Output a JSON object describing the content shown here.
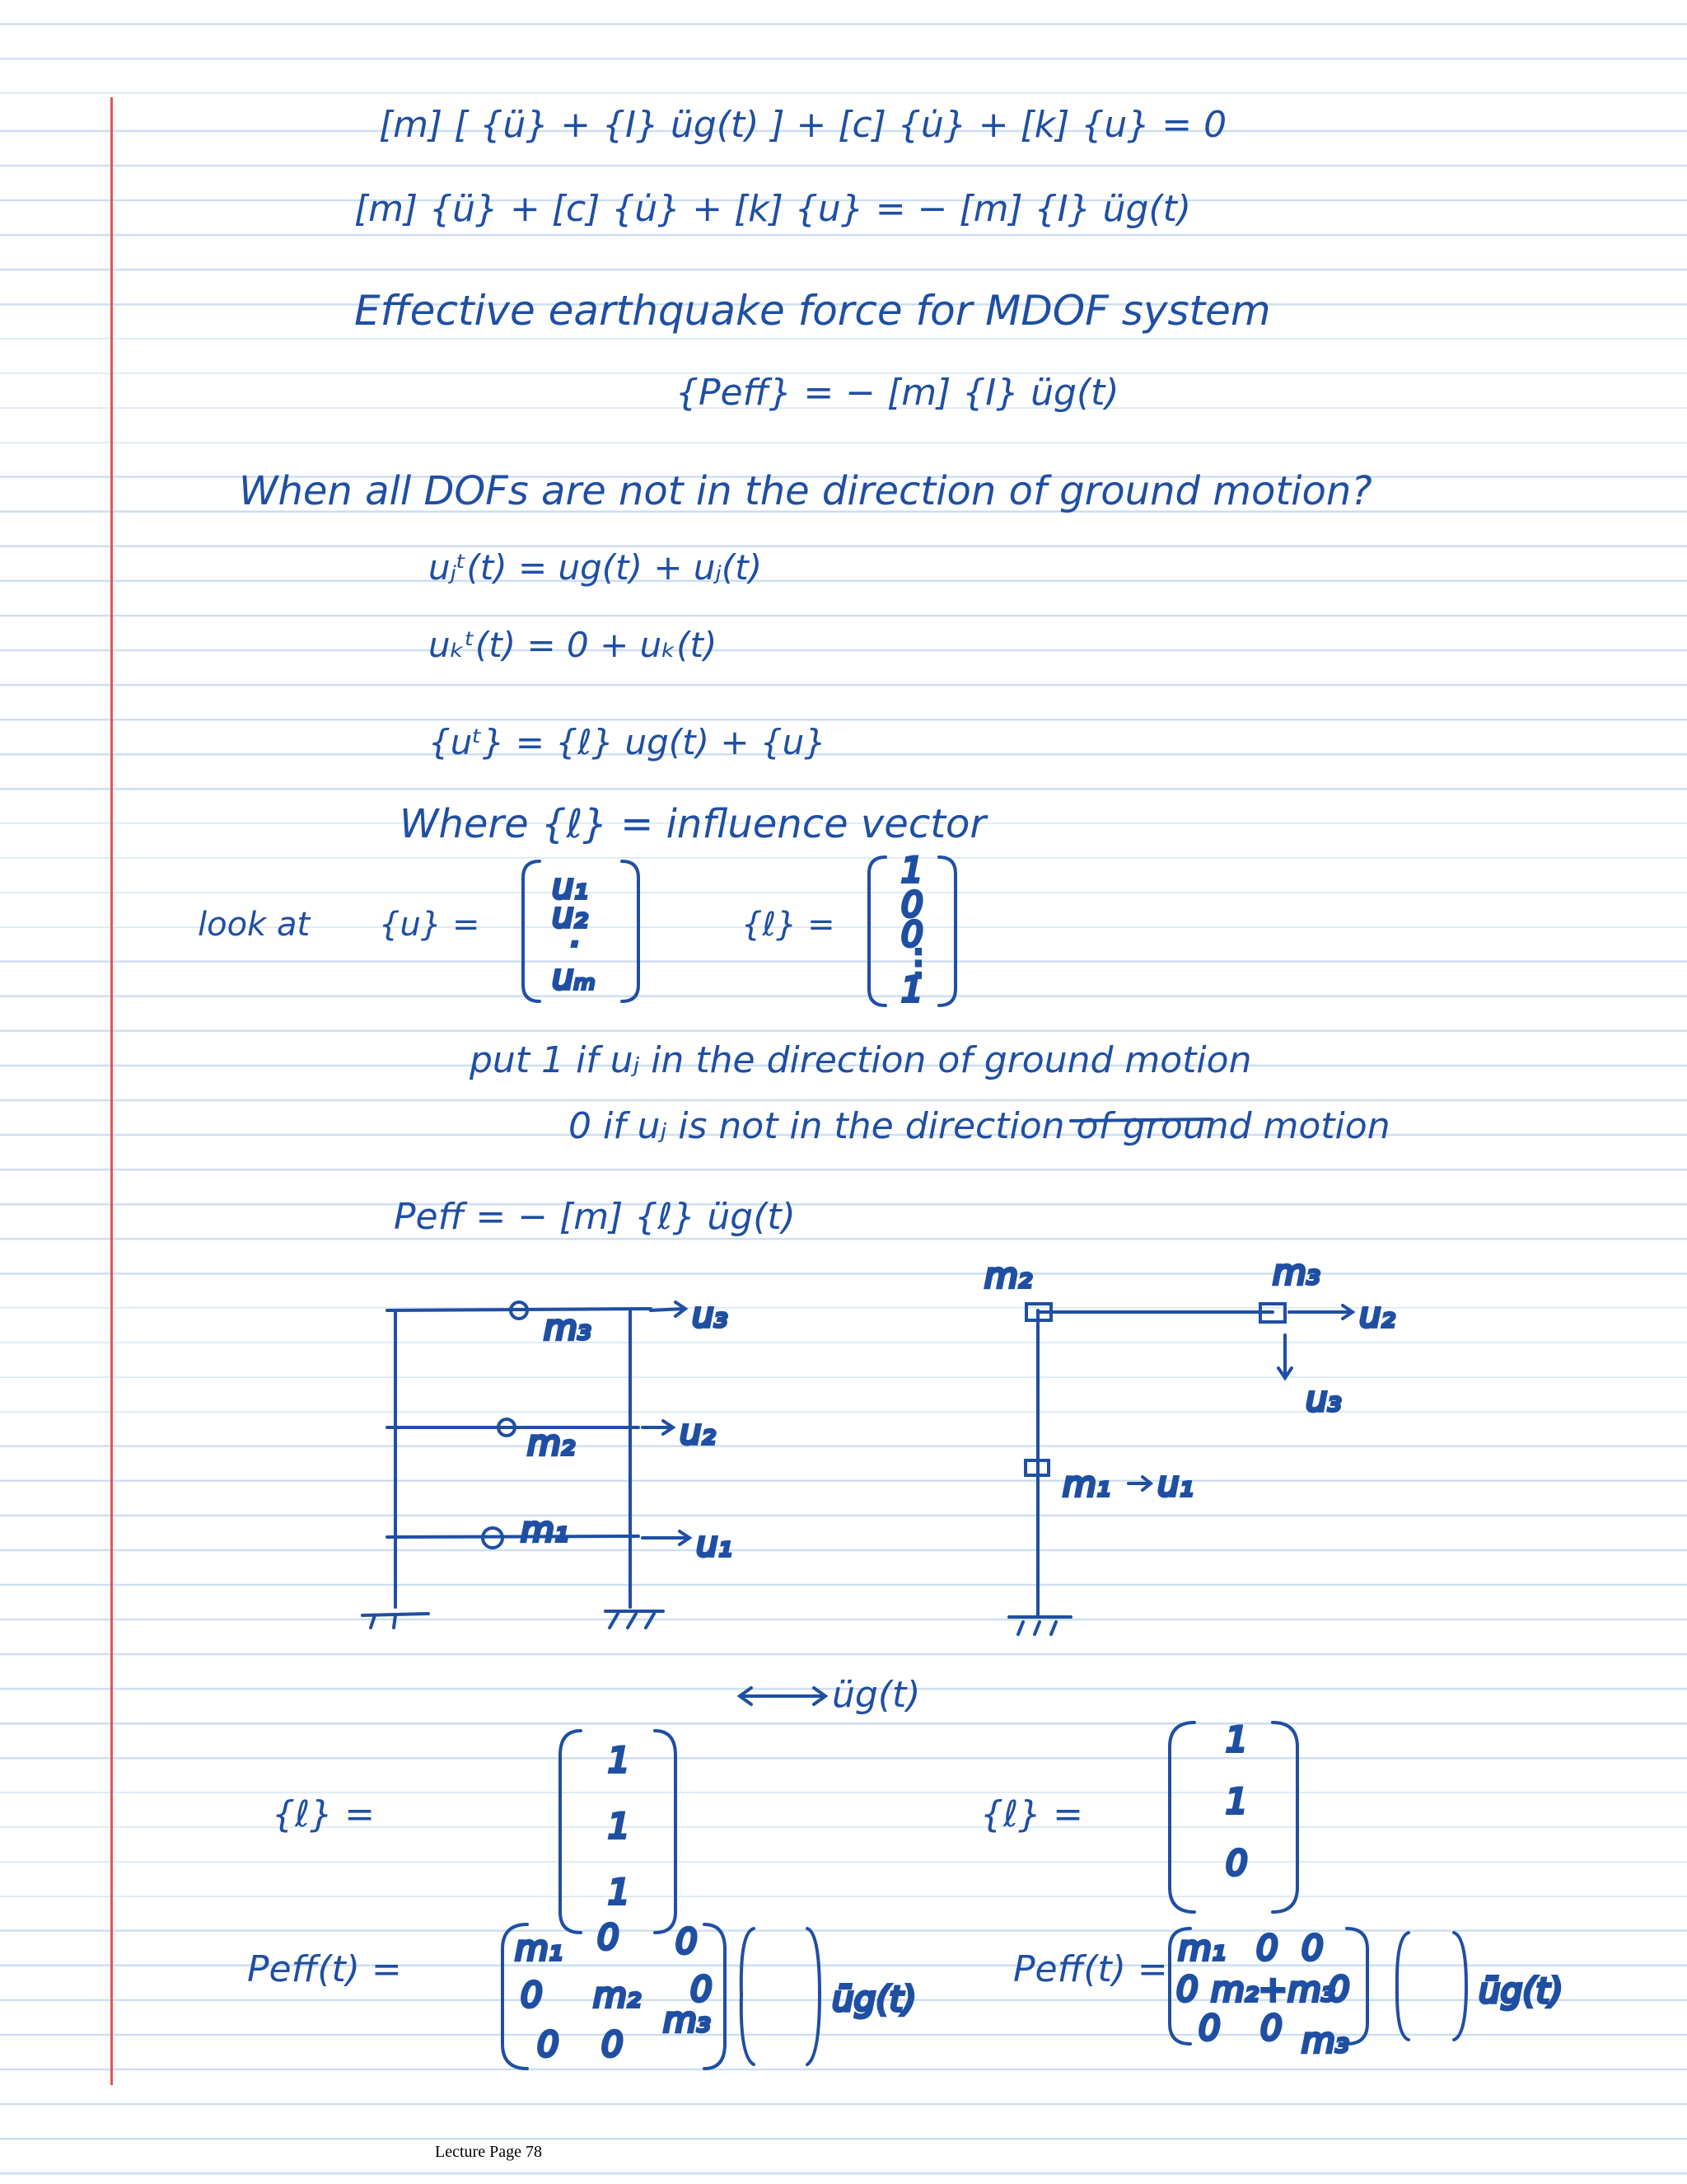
{
  "notes": {
    "line1": "[m] [ {ü} + {I} üg(t) ] + [c] {u̇} + [k] {u} = 0",
    "line2": "[m] {ü} + [c] {u̇} + [k] {u} =  − [m] {I} üg(t)",
    "line3": "Effective earthquake force for MDOF system",
    "line4": "{Peff}  =  − [m] {I} üg(t)",
    "line5": "When all DOFs are not in the direction of ground motion?",
    "line6": "uⱼᵗ(t)  =  ug(t) + uⱼ(t)",
    "line7": "uₖᵗ(t)  =     0  +  uₖ(t)",
    "line8": "{uᵗ}  =  {ℓ} ug(t)  +  {u}",
    "line9": "Where {ℓ} = influence vector",
    "line10": "look at",
    "line11": "{u} =",
    "line12": "{ℓ} =",
    "line13": "put 1 if uⱼ in the direction of ground motion",
    "line14": "0 if uⱼ is not in the direction of ground motion",
    "line15": "Peff  =  − [m] {ℓ} üg(t)",
    "line16": "üg(t)",
    "line17": "{ℓ} =",
    "line18": "{ℓ} =",
    "line19": "Peff(t) =",
    "line20": "Peff(t) ="
  },
  "vectors": {
    "u": [
      "u₁",
      "u₂",
      "·",
      "uₘ"
    ],
    "l": [
      "1",
      "0",
      "0",
      "⋮",
      "1"
    ]
  },
  "frame": {
    "m1": "m₁",
    "m2": "m₂",
    "m3": "m₃",
    "u1": "u₁",
    "u2": "u₂",
    "u3": "u₃"
  },
  "lframe": {
    "m1": "m₁",
    "m2": "m₂",
    "m3": "m₃",
    "u1": "u₁",
    "u2": "u₂",
    "u3": "u₃"
  },
  "influence1": [
    "1",
    "1",
    "1"
  ],
  "influence2": [
    "1",
    "1",
    "0"
  ],
  "matrix1": {
    "rows": [
      [
        "m₁",
        "0",
        "0"
      ],
      [
        "0",
        "m₂",
        "0"
      ],
      [
        "0",
        "0",
        "m₃"
      ]
    ],
    "tail": "üg(t)"
  },
  "matrix2": {
    "rows": [
      [
        "m₁",
        "0",
        "0"
      ],
      [
        "0",
        "m₂+m₃",
        "0"
      ],
      [
        "0",
        "0",
        "m₃"
      ]
    ],
    "tail": "üg(t)"
  },
  "footer": "Lecture Page 78",
  "colors": {
    "ink": "#1f4fa3",
    "rule": "#c9dcef",
    "margin": "#e05656"
  }
}
